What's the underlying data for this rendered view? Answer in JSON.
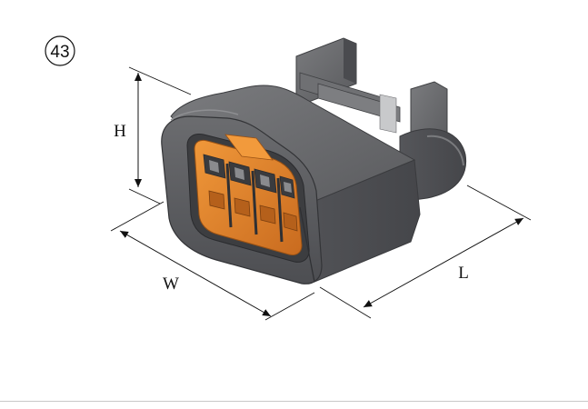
{
  "figure": {
    "part_number": "43",
    "dimensions": {
      "height_label": "H",
      "width_label": "W",
      "length_label": "L"
    },
    "colors": {
      "housing": "#5f6063",
      "housing_dark": "#3f4043",
      "housing_light": "#78797c",
      "terminal_insert": "#e8872a",
      "terminal_insert_dark": "#b8611a",
      "dimension_lines": "#111111"
    },
    "terminal_cavities_per_row": 4
  }
}
